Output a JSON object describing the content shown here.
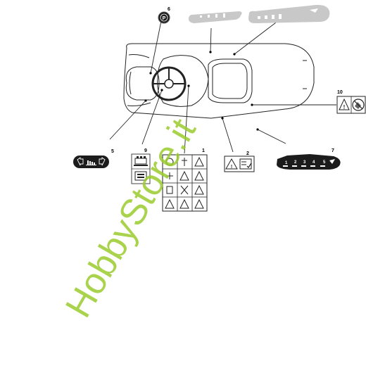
{
  "callouts": [
    {
      "num": "6"
    },
    {
      "num": "10"
    },
    {
      "num": "5"
    },
    {
      "num": "9"
    },
    {
      "num": "1"
    },
    {
      "num": "2"
    },
    {
      "num": "7"
    }
  ],
  "parking_symbol": "P",
  "gear_labels": [
    "1",
    "2",
    "3",
    "4",
    "5"
  ],
  "watermark": "HobbyStore.it",
  "colors": {
    "line": "#222222",
    "label_bg": "#1c1c1c",
    "faded_label": "#c8c8c8",
    "watermark": "#9ccc2e"
  }
}
